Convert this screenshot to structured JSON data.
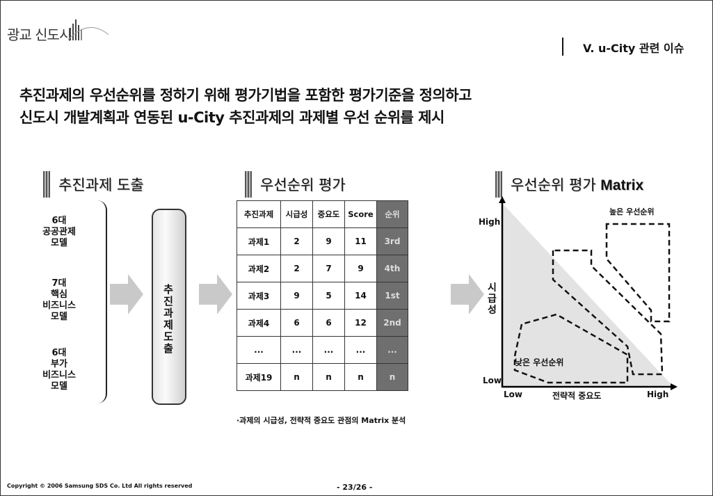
{
  "header": {
    "logo_text": "광교 신도시",
    "section_title": "V. u-City 관련 이슈"
  },
  "headline": {
    "line1": "추진과제의 우선순위를 정하기 위해 평가기법을 포함한 평가기준을 정의하고",
    "line2": "신도시 개발계획과 연동된 u-City 추진과제의 과제별 우선 순위를 제시"
  },
  "columns": {
    "derive": {
      "title": "추진과제 도출"
    },
    "evaluate": {
      "title": "우선순위 평가"
    },
    "matrix": {
      "title_ko": "우선순위 평가",
      "title_en": "Matrix"
    }
  },
  "categories": [
    {
      "line1": "6대",
      "line2": "공공관제",
      "line3": "모델"
    },
    {
      "line1": "7대",
      "line2": "핵심",
      "line3": "비즈니스",
      "line4": "모델"
    },
    {
      "line1": "6대",
      "line2": "부가",
      "line3": "비즈니스",
      "line4": "모델"
    }
  ],
  "tube_label": {
    "line1": "추진",
    "line2": "과제",
    "line3": "도출"
  },
  "table": {
    "headers": [
      "추진과제",
      "시급성",
      "중요도",
      "Score",
      "순위"
    ],
    "rows": [
      [
        "과제1",
        "2",
        "9",
        "11",
        "3rd"
      ],
      [
        "과제2",
        "2",
        "7",
        "9",
        "4th"
      ],
      [
        "과제3",
        "9",
        "5",
        "14",
        "1st"
      ],
      [
        "과제4",
        "6",
        "6",
        "12",
        "2nd"
      ],
      [
        "...",
        "...",
        "...",
        "...",
        "..."
      ],
      [
        "과제19",
        "n",
        "n",
        "n",
        "n"
      ]
    ]
  },
  "footnote": "·과제의 시급성, 전략적 중요도 관점의 Matrix 분석",
  "matrix": {
    "y_high": "High",
    "y_low": "Low",
    "y_axis_label": "시급성",
    "x_low": "Low",
    "x_high": "High",
    "x_axis_label": "전략적 중요도",
    "high_priority_label": "높은 우선순위",
    "low_priority_label": "낮은 우선순위"
  },
  "footer": {
    "copyright": "Copyright © 2006 Samsung SDS Co. Ltd All rights reserved",
    "page": "- 23/26 -"
  }
}
